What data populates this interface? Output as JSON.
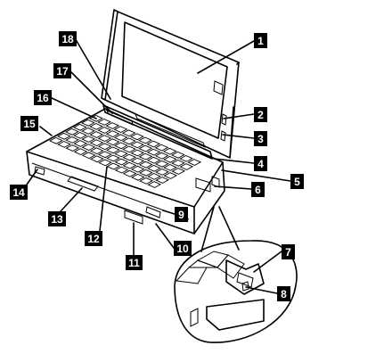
{
  "callouts": [
    "1",
    "2",
    "3",
    "4",
    "5",
    "6",
    "7",
    "8",
    "9",
    "10",
    "11",
    "12",
    "13",
    "14",
    "15",
    "16",
    "17",
    "18"
  ],
  "colors": {
    "ink": "#000000",
    "paper": "#ffffff"
  }
}
